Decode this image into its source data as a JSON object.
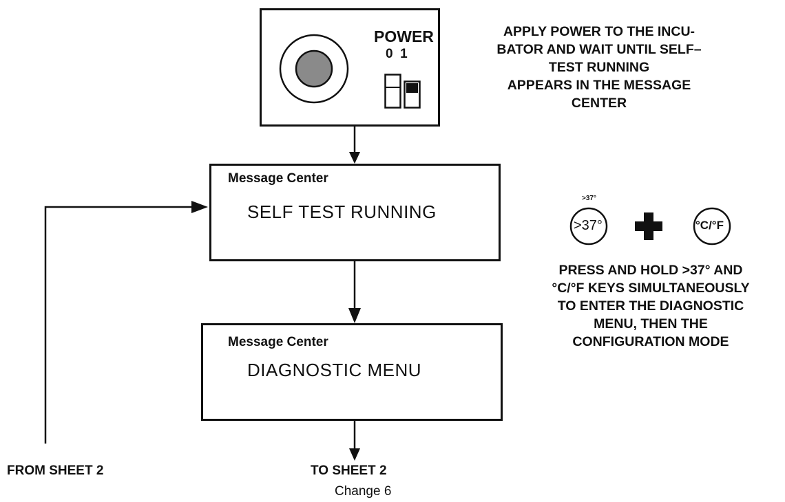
{
  "power_panel": {
    "label": "POWER",
    "switch_positions": "0  1"
  },
  "instructions": {
    "apply_power": [
      "APPLY POWER TO THE INCU-",
      "BATOR AND WAIT UNTIL SELF–",
      "TEST RUNNING",
      "APPEARS IN THE MESSAGE",
      "CENTER"
    ],
    "press_hold": [
      "PRESS AND HOLD >37° AND",
      "°C/°F KEYS SIMULTANEOUSLY",
      "TO ENTER THE DIAGNOSTIC",
      "MENU, THEN THE",
      "CONFIGURATION MODE"
    ]
  },
  "boxes": {
    "self_test": {
      "header": "Message Center",
      "message": "SELF TEST RUNNING"
    },
    "diagnostic": {
      "header": "Message Center",
      "message": "DIAGNOSTIC MENU"
    }
  },
  "keys": {
    "temp_key_caption": ">37°",
    "temp_key_label": ">37°",
    "unit_key_label": "°C/°F"
  },
  "connectors": {
    "from_sheet": "FROM SHEET 2",
    "to_sheet": "TO SHEET 2"
  },
  "footer": {
    "change": "Change 6"
  },
  "icons": [
    "power-knob-icon",
    "rocker-switch-icon",
    "plus-icon"
  ]
}
